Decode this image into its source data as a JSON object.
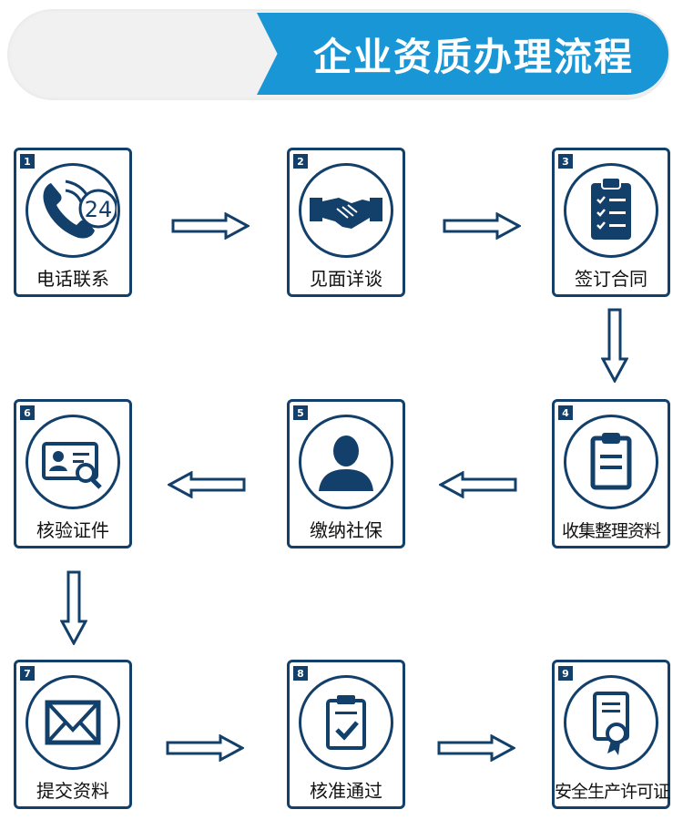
{
  "title": "企业资质办理流程",
  "colors": {
    "accent": "#1996d6",
    "navy": "#13406b"
  },
  "steps": [
    {
      "num": "1",
      "label": "电话联系",
      "icon": "phone-24-icon"
    },
    {
      "num": "2",
      "label": "见面详谈",
      "icon": "handshake-icon"
    },
    {
      "num": "3",
      "label": "签订合同",
      "icon": "clipboard-checklist-icon"
    },
    {
      "num": "4",
      "label": "收集整理资料",
      "icon": "clipboard-document-icon"
    },
    {
      "num": "5",
      "label": "缴纳社保",
      "icon": "person-icon"
    },
    {
      "num": "6",
      "label": "核验证件",
      "icon": "id-card-search-icon"
    },
    {
      "num": "7",
      "label": "提交资料",
      "icon": "envelope-icon"
    },
    {
      "num": "8",
      "label": "核准通过",
      "icon": "clipboard-check-icon"
    },
    {
      "num": "9",
      "label": "安全生产许可证",
      "icon": "certificate-icon"
    }
  ],
  "icon_24": "24"
}
